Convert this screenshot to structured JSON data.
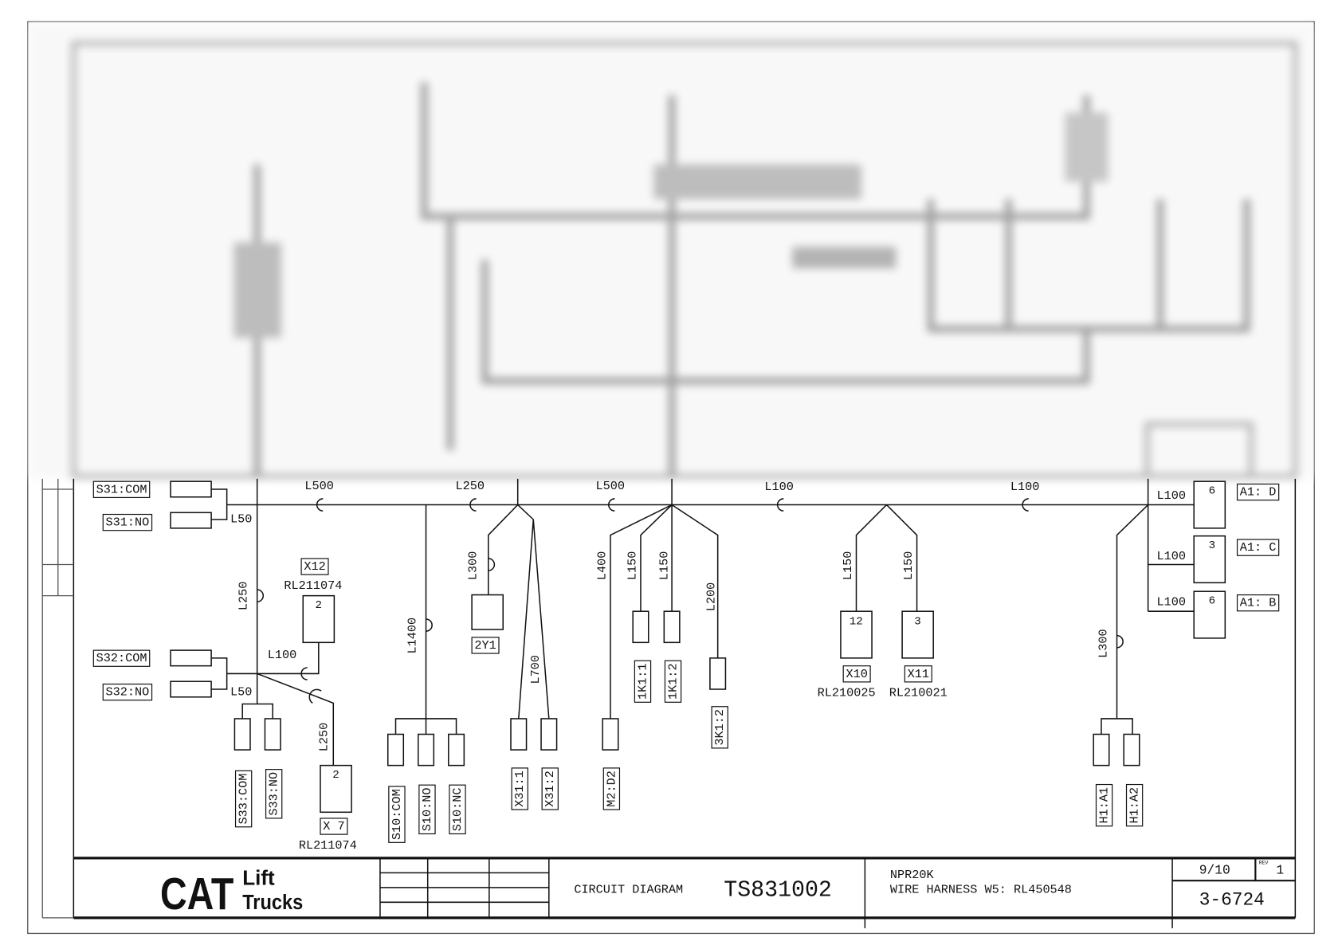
{
  "connectors": {
    "s31_com": "S31:COM",
    "s31_no": "S31:NO",
    "s32_com": "S32:COM",
    "s32_no": "S32:NO",
    "s33_com": "S33:COM",
    "s33_no": "S33:NO",
    "x12": "X12",
    "x12_part": "RL211074",
    "x12_pin": "2",
    "x7": "X 7",
    "x7_part": "RL211074",
    "x7_pin": "2",
    "s10_com": "S10:COM",
    "s10_no": "S10:NO",
    "s10_nc": "S10:NC",
    "y2y1": "2Y1",
    "x31_1": "X31:1",
    "x31_2": "X31:2",
    "m2_d2": "M2:D2",
    "k1_1": "1K1:1",
    "k1_2": "1K1:2",
    "k3_2": "3K1:2",
    "x10": "X10",
    "x10_part": "RL210025",
    "x10_pin": "12",
    "x11": "X11",
    "x11_part": "RL210021",
    "x11_pin": "3",
    "h1_a1": "H1:A1",
    "h1_a2": "H1:A2",
    "a1_d": "A1: D",
    "a1_d_pin": "6",
    "a1_c": "A1: C",
    "a1_c_pin": "3",
    "a1_b": "A1: B",
    "a1_b_pin": "6"
  },
  "wires": {
    "bus_1": "L500",
    "bus_2": "L250",
    "bus_3": "L500",
    "bus_4": "L100",
    "bus_5": "L100",
    "s31_jumper": "L50",
    "s32_jumper": "L50",
    "s33_branch": "L250",
    "x12_branch": "L100",
    "x7_branch": "L250",
    "s10_branch": "L1400",
    "y2y1_branch": "L300",
    "x31_branch": "L700",
    "m2_branch": "L400",
    "k1_1_branch": "L150",
    "k1_2_branch": "L150",
    "k3_branch": "L200",
    "x10_branch": "L150",
    "x11_branch": "L150",
    "a1_d_branch": "L100",
    "a1_c_branch": "L100",
    "a1_b_branch": "L100",
    "h1_branch": "L300"
  },
  "title_block": {
    "logo_mark": "CAT",
    "logo_line_1": "Lift",
    "logo_line_2": "Trucks",
    "doc_type": "CIRCUIT DIAGRAM",
    "doc_number": "TS831002",
    "model": "NPR20K",
    "description": "WIRE HARNESS W5: RL450548",
    "sheet": "9/10",
    "rev_label": "REV",
    "rev": "1",
    "page_ref": "3-6724"
  }
}
